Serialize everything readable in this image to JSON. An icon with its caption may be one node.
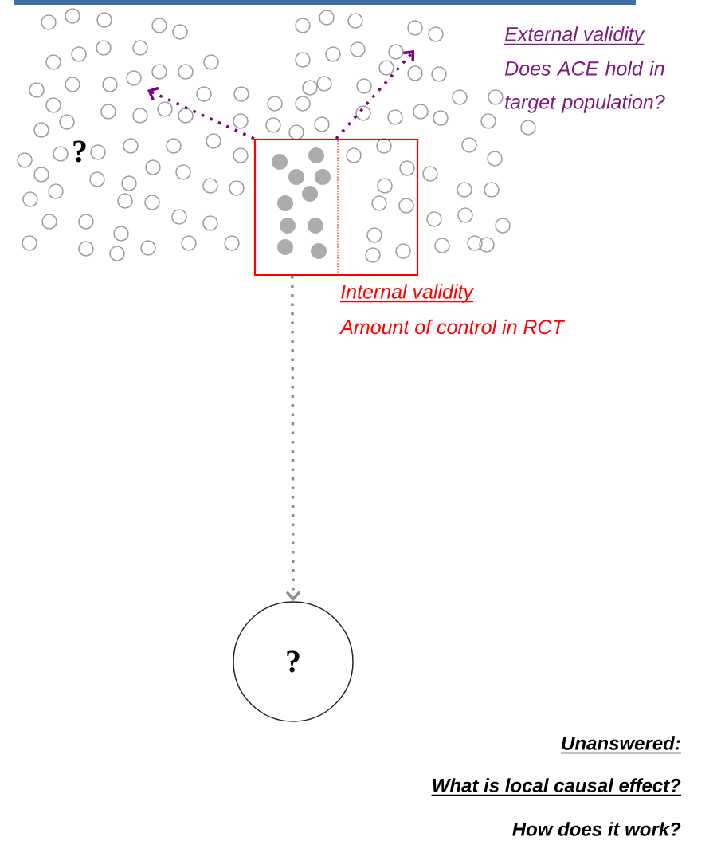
{
  "diagram": {
    "nodes": [
      {
        "text": [],
        "shape": "box"
      },
      {
        "text": [
          "?"
        ]
      }
    ],
    "edges": [
      {
        "from": 0,
        "to": 1,
        "arrow": "to",
        "style": "dashed",
        "color": "#8c8c8c"
      },
      {
        "from": 0,
        "to": null,
        "arrow": "to",
        "style": "dashed",
        "color": "#800080"
      },
      {
        "from": 0,
        "to": null,
        "arrow": "to",
        "style": "dashed",
        "color": "#800080"
      }
    ],
    "labels": [
      "?",
      "External validity",
      "Does ACE hold in target population?",
      "Internal validity",
      "Amount of control in RCT",
      "Unanswered:",
      "What is local causal effect?",
      "How does it work?"
    ]
  }
}
